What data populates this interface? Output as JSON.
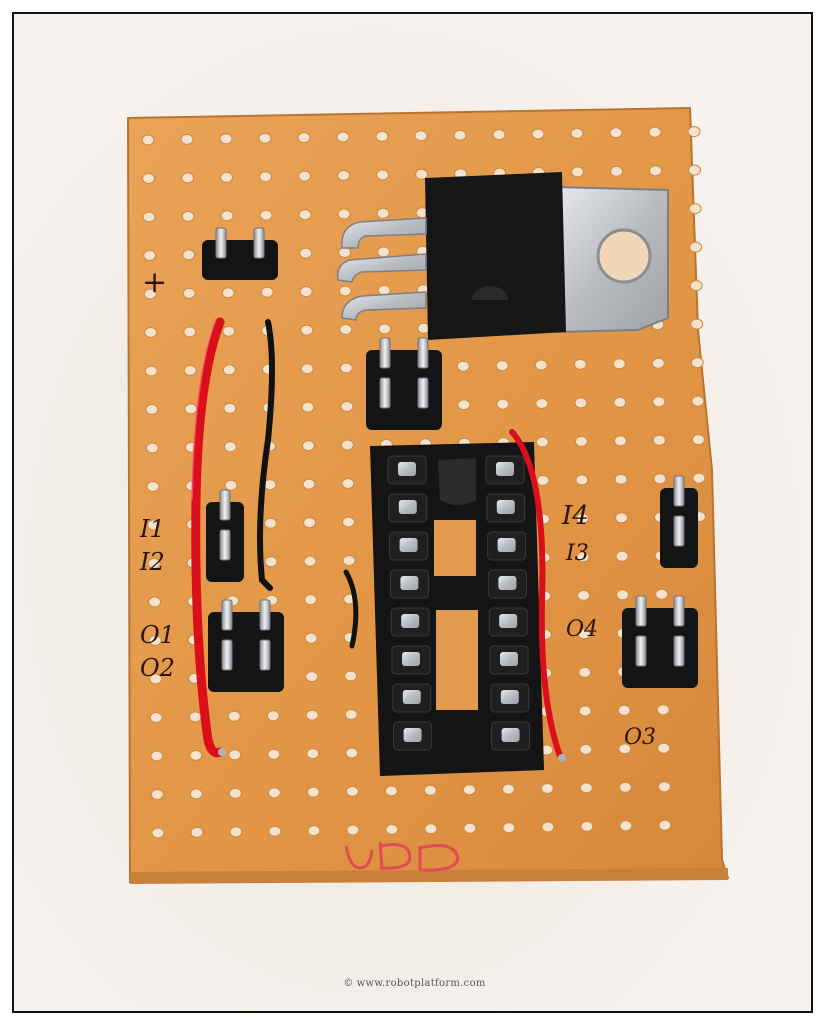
{
  "photo": {
    "subject_labels": {
      "plus": "+",
      "i1": "I1",
      "i2": "I2",
      "o1": "O1",
      "o2": "O2",
      "i4": "I4",
      "i3": "I3",
      "o4": "O4",
      "o3": "O3"
    },
    "credit_symbol": "©",
    "credit": "www.robotplatform.com"
  },
  "colors": {
    "board": "#e39a4f",
    "board_dark": "#c97a34",
    "hole": "#f3e0c8",
    "black": "#151515",
    "metal": "#c9ccd1",
    "red_wire": "#e0121f",
    "ink": "#2a1410"
  }
}
